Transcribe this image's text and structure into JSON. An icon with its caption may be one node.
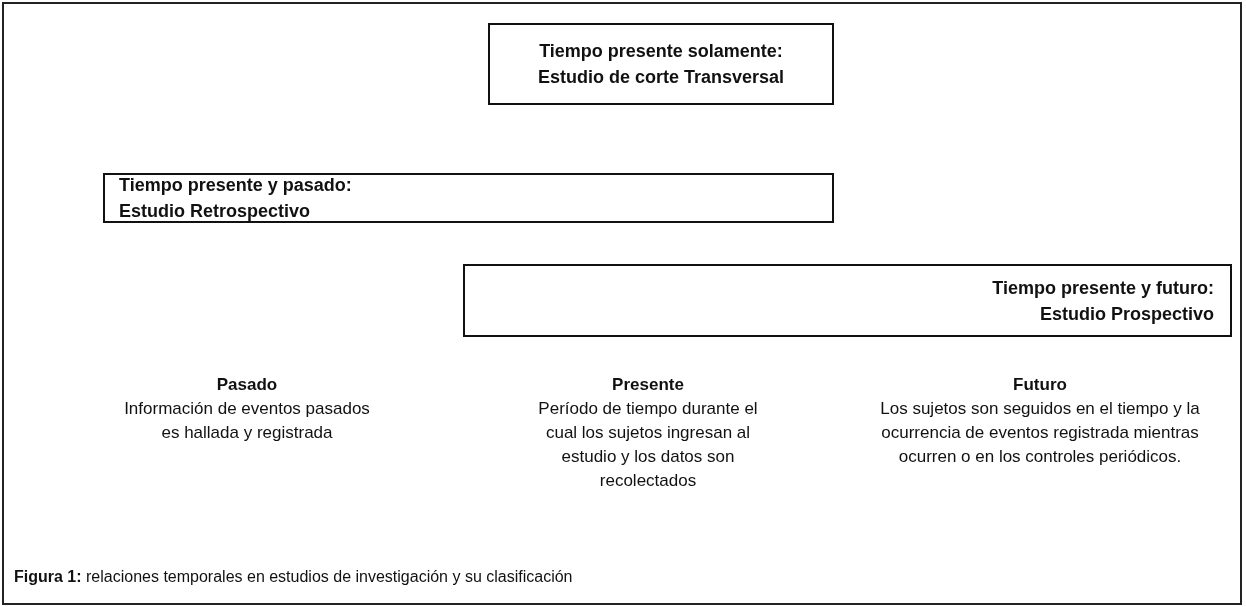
{
  "diagram": {
    "caption": "**Figura 1:** relaciones temporales en estudios de investigación y su clasificación",
    "nodes": [
      {
        "text": [
          "Tiempo presente solamente:",
          "Estudio de corte Transversal"
        ]
      },
      {
        "text": [
          "Tiempo presente y pasado:",
          "Estudio Retrospectivo"
        ]
      },
      {
        "text": [
          "Tiempo presente y futuro:",
          "Estudio Prospectivo"
        ]
      }
    ],
    "labels": [
      "Pasado",
      "Información de eventos pasados es hallada y registrada",
      "Presente",
      "Período de tiempo durante el cual los sujetos ingresan al estudio y los datos son recolectados",
      "Futuro",
      "Los sujetos son seguidos en el tiempo y la ocurrencia de eventos registrada mientras ocurren o en los controles periódicos."
    ]
  }
}
